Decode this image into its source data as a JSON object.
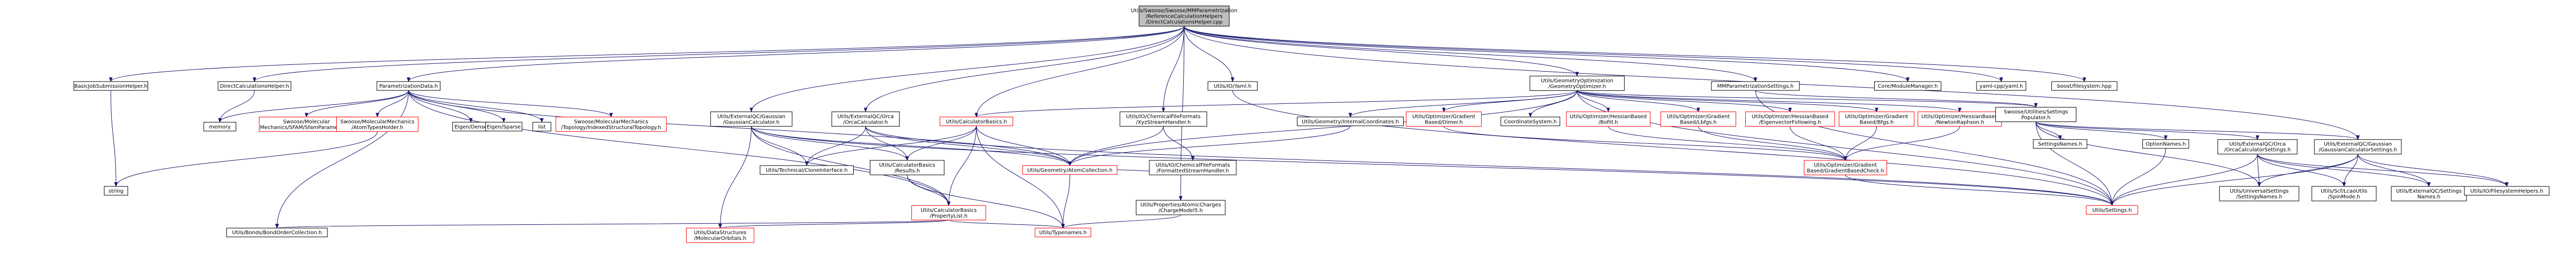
{
  "colors": {
    "node_border": "#000000",
    "node_border_missing": "#ff0000",
    "root_fill": "#bfbfbf",
    "node_fill": "#ffffff",
    "edge": "#191970",
    "text": "#000000"
  },
  "nodes": [
    {
      "id": "root",
      "lines": [
        "Utils/Swoose/Swoose/MMParametrization",
        "/ReferenceCalculationHelpers",
        "/DirectCalculationsHelper.cpp"
      ],
      "style": "root"
    },
    {
      "id": "basicjob",
      "lines": [
        "BasicJobSubmissionHelper.h"
      ],
      "style": "normal"
    },
    {
      "id": "directcalc",
      "lines": [
        "DirectCalculationsHelper.h"
      ],
      "style": "normal"
    },
    {
      "id": "paramdata",
      "lines": [
        "ParametrizationData.h"
      ],
      "style": "normal"
    },
    {
      "id": "utilsxtb",
      "lines": [
        "Utils/IO/Yaml.h"
      ],
      "style": "normal"
    },
    {
      "id": "geoopt",
      "lines": [
        "Utils/GeometryOptimization",
        "/GeometryOptimizer.h"
      ],
      "style": "normal"
    },
    {
      "id": "mmparamsettings",
      "lines": [
        "MMParametrizationSettings.h"
      ],
      "style": "normal"
    },
    {
      "id": "coremodule",
      "lines": [
        "Core/ModuleManager.h"
      ],
      "style": "normal"
    },
    {
      "id": "yamlcpp",
      "lines": [
        "yaml-cpp/yaml.h"
      ],
      "style": "normal"
    },
    {
      "id": "boostfs",
      "lines": [
        "boost/filesystem.hpp"
      ],
      "style": "normal"
    },
    {
      "id": "memory",
      "lines": [
        "memory"
      ],
      "style": "normal"
    },
    {
      "id": "sfam",
      "lines": [
        "Swoose/Molecular",
        "Mechanics/SFAM/SfamParameters.h"
      ],
      "style": "missing"
    },
    {
      "id": "atomtypes",
      "lines": [
        "Swoose/MolecularMechanics",
        "/AtomTypesHolder.h"
      ],
      "style": "missing"
    },
    {
      "id": "eigendense",
      "lines": [
        "Eigen/Dense"
      ],
      "style": "normal"
    },
    {
      "id": "eigensparse",
      "lines": [
        "Eigen/Sparse"
      ],
      "style": "normal"
    },
    {
      "id": "list",
      "lines": [
        "list"
      ],
      "style": "normal"
    },
    {
      "id": "topology",
      "lines": [
        "Swoose/MolecularMechanics",
        "/Topology/IndexedStructuralTopology.h"
      ],
      "style": "missing"
    },
    {
      "id": "gaussiancalc",
      "lines": [
        "Utils/ExternalQC/Gaussian",
        "/GaussianCalculator.h"
      ],
      "style": "normal"
    },
    {
      "id": "orcacalc",
      "lines": [
        "Utils/ExternalQC/Orca",
        "/OrcaCalculator.h"
      ],
      "style": "normal"
    },
    {
      "id": "calcbasics",
      "lines": [
        "Utils/CalculatorBasics.h"
      ],
      "style": "missing"
    },
    {
      "id": "xyzhandler",
      "lines": [
        "Utils/IO/ChemicalFileFormats",
        "/XyzStreamHandler.h"
      ],
      "style": "normal"
    },
    {
      "id": "internalcoords",
      "lines": [
        "Utils/Geometry/InternalCoordinates.h"
      ],
      "style": "normal"
    },
    {
      "id": "gradientdimer",
      "lines": [
        "Utils/Optimizer/Gradient",
        "Based/Dimer.h"
      ],
      "style": "missing"
    },
    {
      "id": "coordsystem",
      "lines": [
        "CoordinateSystem.h"
      ],
      "style": "normal"
    },
    {
      "id": "bofill",
      "lines": [
        "Utils/Optimizer/HessianBased",
        "/Bofill.h"
      ],
      "style": "missing"
    },
    {
      "id": "gradbfgs",
      "lines": [
        "Utils/Optimizer/Gradient",
        "Based/Lbfgs.h"
      ],
      "style": "missing"
    },
    {
      "id": "evfollow",
      "lines": [
        "Utils/Optimizer/HessianBased",
        "/EigenvectorFollowing.h"
      ],
      "style": "missing"
    },
    {
      "id": "bfgs",
      "lines": [
        "Utils/Optimizer/Gradient",
        "Based/Bfgs.h"
      ],
      "style": "missing"
    },
    {
      "id": "newton",
      "lines": [
        "Utils/Optimizer/HessianBased",
        "/NewtonRaphson.h"
      ],
      "style": "missing"
    },
    {
      "id": "swoosesettings",
      "lines": [
        "Swoose/Utilities/Settings",
        "Populator.h"
      ],
      "style": "normal"
    },
    {
      "id": "settingsnames",
      "lines": [
        "SettingsNames.h"
      ],
      "style": "normal"
    },
    {
      "id": "optionnames",
      "lines": [
        "OptionNames.h"
      ],
      "style": "normal"
    },
    {
      "id": "orcasettings",
      "lines": [
        "Utils/ExternalQC/Orca",
        "/OrcaCalculatorSettings.h"
      ],
      "style": "normal"
    },
    {
      "id": "gaussiansettings",
      "lines": [
        "Utils/ExternalQC/Gaussian",
        "/GaussianCalculatorSettings.h"
      ],
      "style": "normal"
    },
    {
      "id": "string",
      "lines": [
        "string"
      ],
      "style": "normal"
    },
    {
      "id": "techclone",
      "lines": [
        "Utils/Technical/CloneInterface.h"
      ],
      "style": "normal"
    },
    {
      "id": "calcresults",
      "lines": [
        "Utils/CalculatorBasics",
        "/Results.h"
      ],
      "style": "normal"
    },
    {
      "id": "atomcollection",
      "lines": [
        "Utils/Geometry/AtomCollection.h"
      ],
      "style": "missing"
    },
    {
      "id": "formattedhandler",
      "lines": [
        "Utils/IO/ChemicalFileFormats",
        "/FormattedStreamHandler.h"
      ],
      "style": "normal"
    },
    {
      "id": "gradientbasedcheck",
      "lines": [
        "Utils/Optimizer/Gradient",
        "Based/GradientBasedCheck.h"
      ],
      "style": "missing"
    },
    {
      "id": "universalsettings",
      "lines": [
        "Utils/UniversalSettings",
        "/SettingsNames.h"
      ],
      "style": "normal"
    },
    {
      "id": "spinmode",
      "lines": [
        "Utils/Scf/LcaoUtils",
        "/SpinMode.h"
      ],
      "style": "normal"
    },
    {
      "id": "extqcsettingsnames",
      "lines": [
        "Utils/ExternalQC/Settings",
        "Names.h"
      ],
      "style": "normal"
    },
    {
      "id": "fshelpers",
      "lines": [
        "Utils/IO/FilesystemHelpers.h"
      ],
      "style": "normal"
    },
    {
      "id": "propertylist",
      "lines": [
        "Utils/CalculatorBasics",
        "/PropertyList.h"
      ],
      "style": "missing"
    },
    {
      "id": "chargemodel",
      "lines": [
        "Utils/Properties/AtomicCharges",
        "/ChargeModel5.h"
      ],
      "style": "normal"
    },
    {
      "id": "settingsh",
      "lines": [
        "Utils/Settings.h"
      ],
      "style": "missing"
    },
    {
      "id": "bondorder",
      "lines": [
        "Utils/Bonds/BondOrderCollection.h"
      ],
      "style": "normal"
    },
    {
      "id": "molorbitals",
      "lines": [
        "Utils/DataStructures",
        "/MolecularOrbitals.h"
      ],
      "style": "missing"
    },
    {
      "id": "typenames",
      "lines": [
        "Utils/Typenames.h"
      ],
      "style": "missing"
    }
  ],
  "edges": [
    [
      "root",
      "basicjob"
    ],
    [
      "root",
      "directcalc"
    ],
    [
      "root",
      "paramdata"
    ],
    [
      "root",
      "utilsxtb"
    ],
    [
      "root",
      "geoopt"
    ],
    [
      "root",
      "mmparamsettings"
    ],
    [
      "root",
      "coremodule"
    ],
    [
      "root",
      "yamlcpp"
    ],
    [
      "root",
      "boostfs"
    ],
    [
      "root",
      "gaussiancalc"
    ],
    [
      "root",
      "orcacalc"
    ],
    [
      "root",
      "xyzhandler"
    ],
    [
      "root",
      "chargemodel"
    ],
    [
      "root",
      "gaussiansettings"
    ],
    [
      "root",
      "calcbasics"
    ],
    [
      "basicjob",
      "string"
    ],
    [
      "directcalc",
      "memory"
    ],
    [
      "paramdata",
      "memory"
    ],
    [
      "paramdata",
      "sfam"
    ],
    [
      "paramdata",
      "atomtypes"
    ],
    [
      "paramdata",
      "eigendense"
    ],
    [
      "paramdata",
      "eigensparse"
    ],
    [
      "paramdata",
      "list"
    ],
    [
      "paramdata",
      "topology"
    ],
    [
      "paramdata",
      "atomcollection"
    ],
    [
      "paramdata",
      "bondorder"
    ],
    [
      "paramdata",
      "propertylist"
    ],
    [
      "atomtypes",
      "string"
    ],
    [
      "utilsxtb",
      "settingsh"
    ],
    [
      "geoopt",
      "internalcoords"
    ],
    [
      "geoopt",
      "gradientdimer"
    ],
    [
      "geoopt",
      "coordsystem"
    ],
    [
      "geoopt",
      "bofill"
    ],
    [
      "geoopt",
      "gradbfgs"
    ],
    [
      "geoopt",
      "evfollow"
    ],
    [
      "geoopt",
      "bfgs"
    ],
    [
      "geoopt",
      "newton"
    ],
    [
      "geoopt",
      "swoosesettings"
    ],
    [
      "geoopt",
      "calcbasics"
    ],
    [
      "geoopt",
      "atomcollection"
    ],
    [
      "geoopt",
      "settingsh"
    ],
    [
      "mmparamsettings",
      "settingsh"
    ],
    [
      "mmparamsettings",
      "swoosesettings"
    ],
    [
      "swoosesettings",
      "settingsnames"
    ],
    [
      "swoosesettings",
      "optionnames"
    ],
    [
      "swoosesettings",
      "orcasettings"
    ],
    [
      "swoosesettings",
      "gaussiansettings"
    ],
    [
      "swoosesettings",
      "settingsh"
    ],
    [
      "swoosesettings",
      "universalsettings"
    ],
    [
      "optionnames",
      "settingsh"
    ],
    [
      "orcasettings",
      "settingsh"
    ],
    [
      "orcasettings",
      "spinmode"
    ],
    [
      "orcasettings",
      "extqcsettingsnames"
    ],
    [
      "orcasettings",
      "universalsettings"
    ],
    [
      "orcasettings",
      "fshelpers"
    ],
    [
      "gaussiansettings",
      "settingsh"
    ],
    [
      "gaussiansettings",
      "spinmode"
    ],
    [
      "gaussiansettings",
      "extqcsettingsnames"
    ],
    [
      "gaussiansettings",
      "fshelpers"
    ],
    [
      "gaussiansettings",
      "universalsettings"
    ],
    [
      "gaussiancalc",
      "techclone"
    ],
    [
      "gaussiancalc",
      "calcresults"
    ],
    [
      "gaussiancalc",
      "atomcollection"
    ],
    [
      "gaussiancalc",
      "propertylist"
    ],
    [
      "gaussiancalc",
      "molorbitals"
    ],
    [
      "gaussiancalc",
      "settingsh"
    ],
    [
      "orcacalc",
      "techclone"
    ],
    [
      "orcacalc",
      "calcresults"
    ],
    [
      "orcacalc",
      "atomcollection"
    ],
    [
      "orcacalc",
      "settingsh"
    ],
    [
      "calcbasics",
      "techclone"
    ],
    [
      "calcbasics",
      "calcresults"
    ],
    [
      "calcbasics",
      "propertylist"
    ],
    [
      "calcbasics",
      "typenames"
    ],
    [
      "calcbasics",
      "atomcollection"
    ],
    [
      "calcresults",
      "propertylist"
    ],
    [
      "calcresults",
      "typenames"
    ],
    [
      "xyzhandler",
      "formattedhandler"
    ],
    [
      "xyzhandler",
      "atomcollection"
    ],
    [
      "formattedhandler",
      "atomcollection"
    ],
    [
      "internalcoords",
      "atomcollection"
    ],
    [
      "gradientdimer",
      "gradientbasedcheck"
    ],
    [
      "gradbfgs",
      "gradientbasedcheck"
    ],
    [
      "evfollow",
      "gradientbasedcheck"
    ],
    [
      "bfgs",
      "gradientbasedcheck"
    ],
    [
      "newton",
      "gradientbasedcheck"
    ],
    [
      "bofill",
      "gradientbasedcheck"
    ],
    [
      "gradientbasedcheck",
      "settingsh"
    ],
    [
      "atomcollection",
      "typenames"
    ],
    [
      "propertylist",
      "bondorder"
    ],
    [
      "propertylist",
      "molorbitals"
    ],
    [
      "propertylist",
      "typenames"
    ],
    [
      "chargemodel",
      "typenames"
    ]
  ]
}
